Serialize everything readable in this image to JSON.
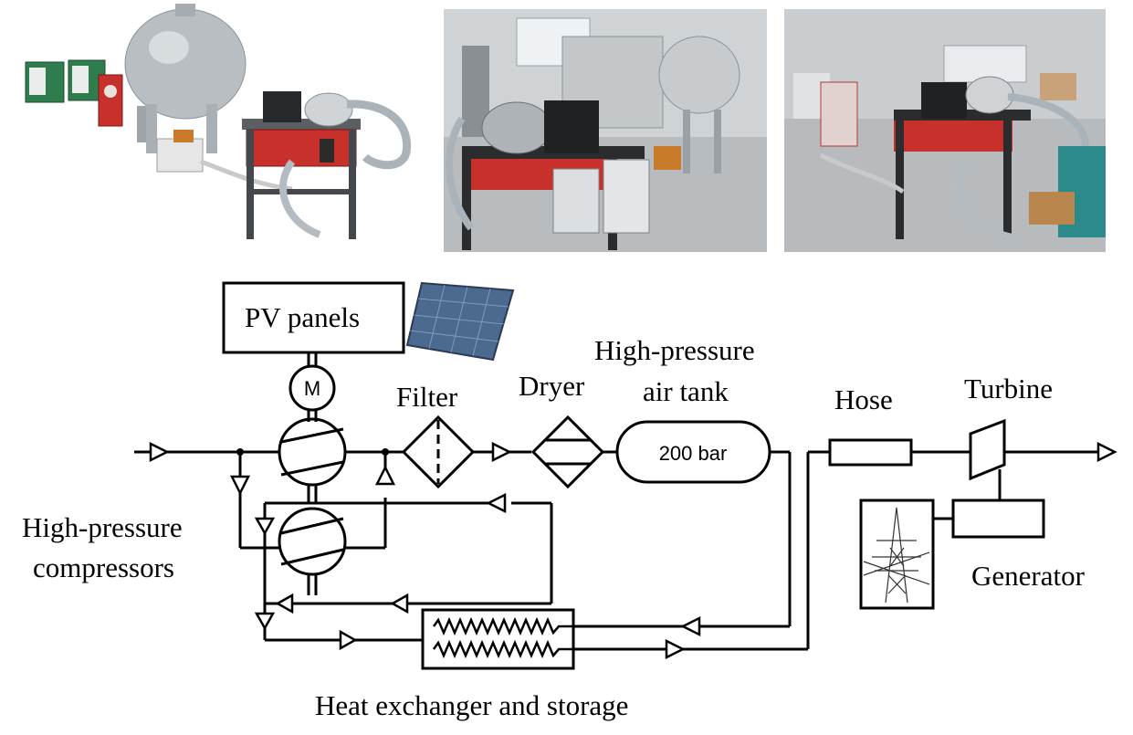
{
  "photos": [
    {
      "name": "rendering-of-test-rig",
      "kind": "3d-rendering"
    },
    {
      "name": "test-rig-photo-front",
      "kind": "photo"
    },
    {
      "name": "test-rig-photo-side",
      "kind": "photo"
    }
  ],
  "diagram": {
    "pv_panels": "PV panels",
    "motor": "M",
    "filter": "Filter",
    "dryer": "Dryer",
    "tank_label_line1": "High-pressure",
    "tank_label_line2": "air tank",
    "tank_pressure": "200 bar",
    "hose": "Hose",
    "turbine": "Turbine",
    "generator": "Generator",
    "compressors_line1": "High-pressure",
    "compressors_line2": "compressors",
    "heat_exchanger": "Heat exchanger and storage"
  },
  "colors": {
    "line": "#000000",
    "background": "#ffffff",
    "machine_red": "#c8302c",
    "tank_grey": "#b9bec2"
  }
}
